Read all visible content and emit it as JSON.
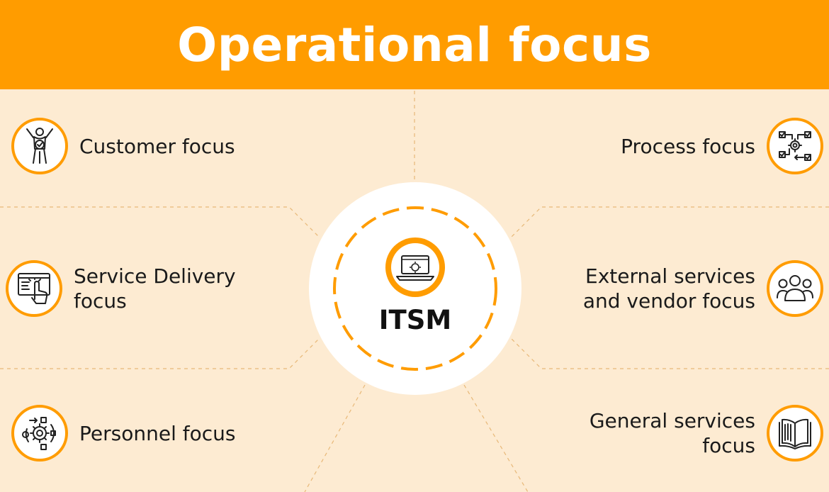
{
  "title": "Operational focus",
  "center": {
    "label": "ITSM",
    "icon": "laptop-gear-icon"
  },
  "items": [
    {
      "id": "customer",
      "line1": "Customer focus",
      "line2": "",
      "icon": "person-cheering-icon"
    },
    {
      "id": "service-delivery",
      "line1": "Service Delivery",
      "line2": "focus",
      "icon": "hand-touch-screen-icon"
    },
    {
      "id": "personnel",
      "line1": "Personnel focus",
      "line2": "",
      "icon": "cycle-gear-icon"
    },
    {
      "id": "process",
      "line1": "Process focus",
      "line2": "",
      "icon": "workflow-gear-icon"
    },
    {
      "id": "external-vendor",
      "line1": "External services",
      "line2": "and vendor focus",
      "icon": "group-users-icon"
    },
    {
      "id": "general-services",
      "line1": "General services",
      "line2": "focus",
      "icon": "open-book-icon"
    }
  ],
  "colors": {
    "accent": "#FF9C00",
    "background": "#FDEBD2",
    "hub": "#FFFFFF",
    "text": "#1A1A1A"
  }
}
